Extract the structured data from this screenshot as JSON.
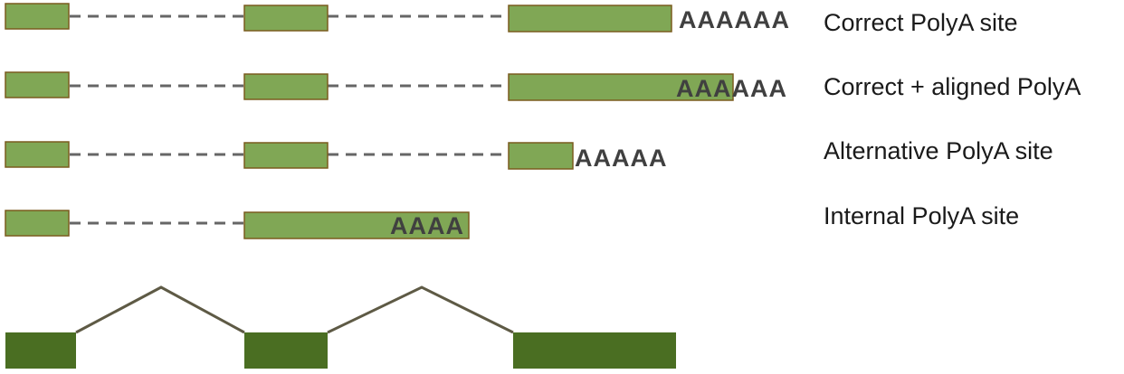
{
  "rows": [
    {
      "label": "Correct PolyA site",
      "polya": "AAAAAA"
    },
    {
      "label": "Correct + aligned PolyA",
      "polya": "AAAAAA"
    },
    {
      "label": "Alternative PolyA site",
      "polya": "AAAAA"
    },
    {
      "label": "Internal PolyA site",
      "polya": "AAAA"
    }
  ],
  "colors": {
    "read_exon": "#80a755",
    "read_exon_border": "#7a5c1e",
    "intron_dash": "#666666",
    "polya_text": "#404040",
    "reference_exon": "#4a6e22",
    "reference_intron": "#5e5a45"
  }
}
